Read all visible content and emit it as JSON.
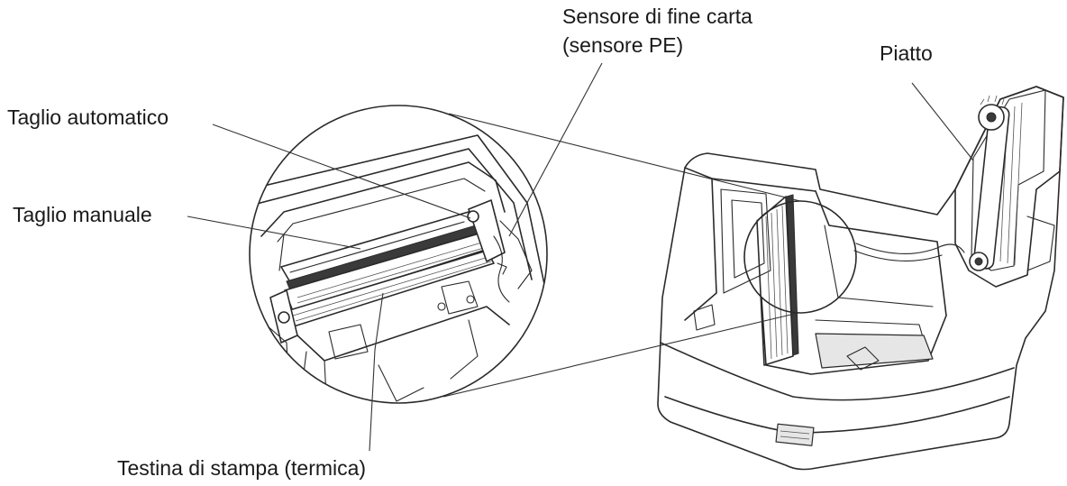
{
  "labels": {
    "pe_sensor_line1": "Sensore di fine carta",
    "pe_sensor_line2": "(sensore PE)",
    "platen": "Piatto",
    "auto_cutter": "Taglio automatico",
    "manual_cutter": "Taglio manuale",
    "print_head": "Testina di stampa (termica)"
  }
}
